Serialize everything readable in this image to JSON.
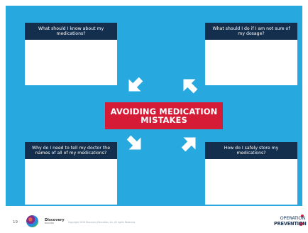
{
  "slide": {
    "title": "AVOIDING MEDICATION MISTAKES",
    "page_number": "19",
    "copyright": "Copyright 2016 Discovery Education, Inc. All rights Reserved.",
    "colors": {
      "background": "#27a9df",
      "header": "#142f4d",
      "title": "#d51b36",
      "white": "#ffffff"
    }
  },
  "cards": {
    "top_left": "What should I know about my medications?",
    "top_right": "What should I do if I am not sure of my dosage?",
    "bottom_left": "Why do I need to tell my doctor the names of all of my medications?",
    "bottom_right": "How do I safely store my medications?"
  },
  "icons": {
    "arrow": "arrow-icon",
    "badge": "badge-icon",
    "discovery": "discovery-logo",
    "operation": "operation-prevention-logo"
  },
  "footer": {
    "discovery_text": "Discovery",
    "discovery_sub": "EDUCATION",
    "operation_text": "OPERATION",
    "prevention_text": "PREVENTION"
  }
}
